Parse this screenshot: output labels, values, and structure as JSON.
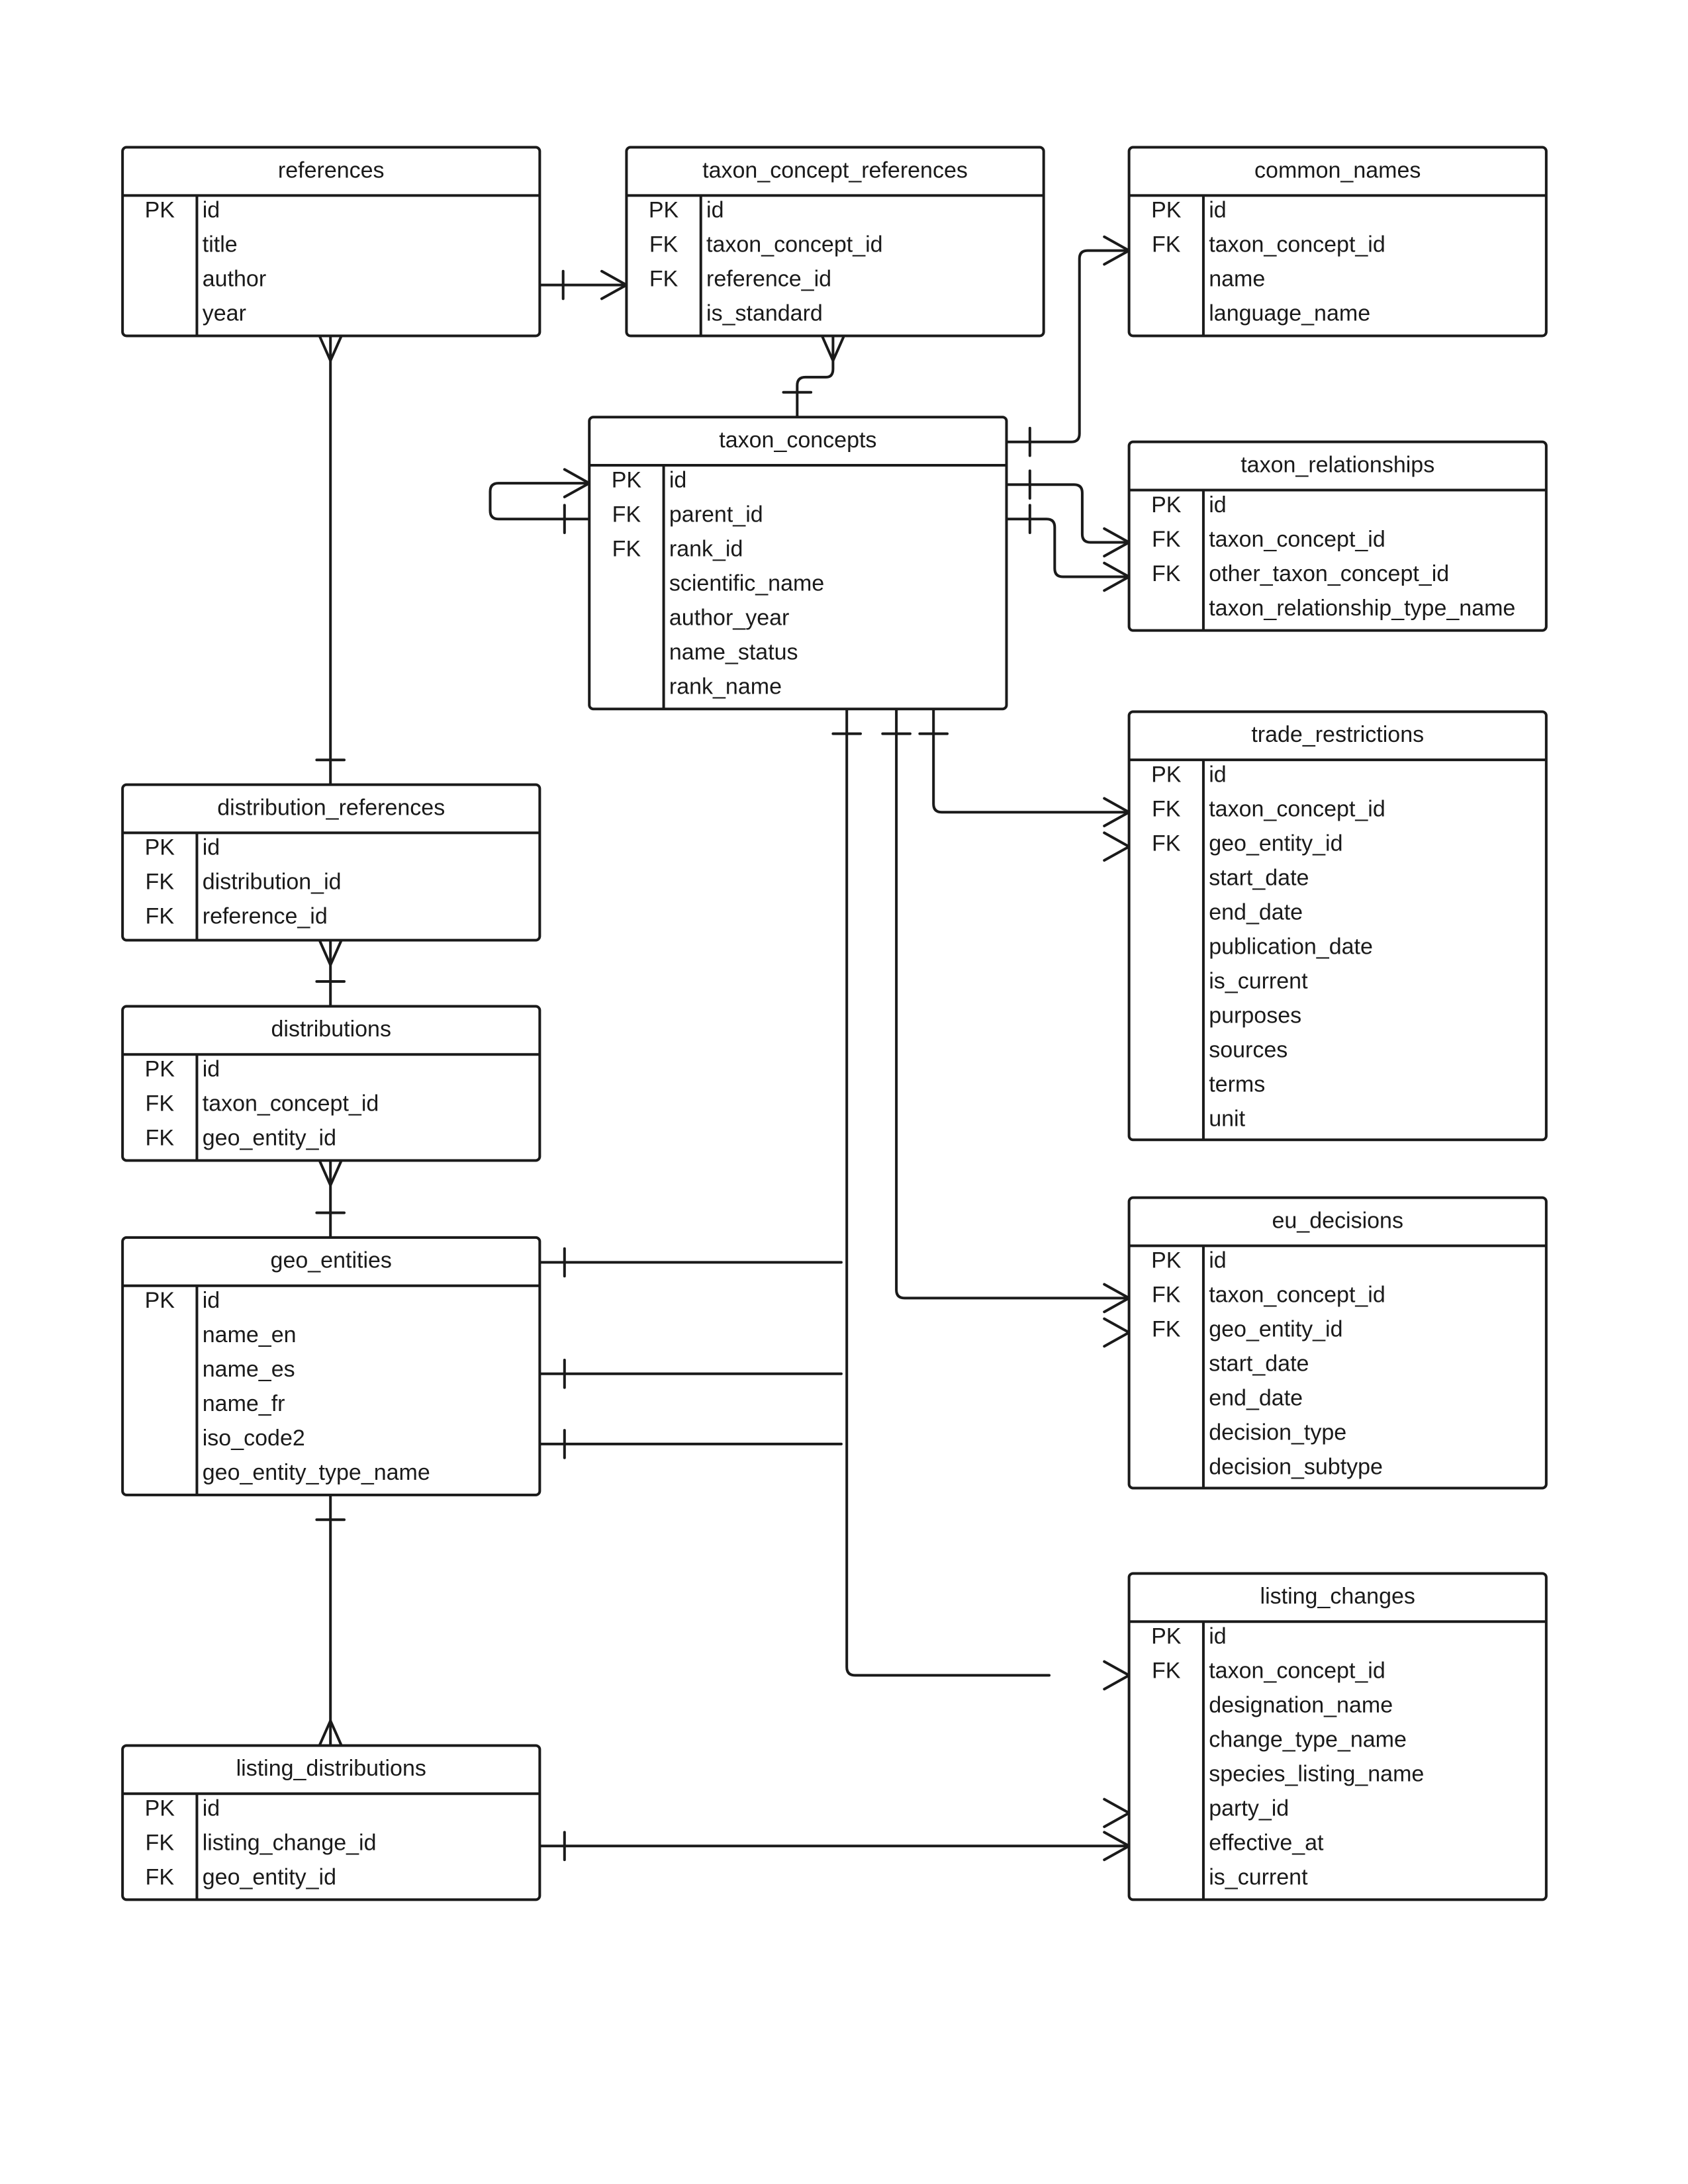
{
  "tables": {
    "references": {
      "title": "references",
      "rows": [
        {
          "key": "PK",
          "name": "id"
        },
        {
          "key": "",
          "name": "title"
        },
        {
          "key": "",
          "name": "author"
        },
        {
          "key": "",
          "name": "year"
        }
      ]
    },
    "taxon_concept_references": {
      "title": "taxon_concept_references",
      "rows": [
        {
          "key": "PK",
          "name": "id"
        },
        {
          "key": "FK",
          "name": "taxon_concept_id"
        },
        {
          "key": "FK",
          "name": "reference_id"
        },
        {
          "key": "",
          "name": "is_standard"
        }
      ]
    },
    "common_names": {
      "title": "common_names",
      "rows": [
        {
          "key": "PK",
          "name": "id"
        },
        {
          "key": "FK",
          "name": "taxon_concept_id"
        },
        {
          "key": "",
          "name": "name"
        },
        {
          "key": "",
          "name": "language_name"
        }
      ]
    },
    "taxon_concepts": {
      "title": "taxon_concepts",
      "rows": [
        {
          "key": "PK",
          "name": "id"
        },
        {
          "key": "FK",
          "name": "parent_id"
        },
        {
          "key": "FK",
          "name": "rank_id"
        },
        {
          "key": "",
          "name": "scientific_name"
        },
        {
          "key": "",
          "name": "author_year"
        },
        {
          "key": "",
          "name": "name_status"
        },
        {
          "key": "",
          "name": "rank_name"
        }
      ]
    },
    "taxon_relationships": {
      "title": "taxon_relationships",
      "rows": [
        {
          "key": "PK",
          "name": "id"
        },
        {
          "key": "FK",
          "name": "taxon_concept_id"
        },
        {
          "key": "FK",
          "name": "other_taxon_concept_id"
        },
        {
          "key": "",
          "name": "taxon_relationship_type_name"
        }
      ]
    },
    "trade_restrictions": {
      "title": "trade_restrictions",
      "rows": [
        {
          "key": "PK",
          "name": "id"
        },
        {
          "key": "FK",
          "name": "taxon_concept_id"
        },
        {
          "key": "FK",
          "name": "geo_entity_id"
        },
        {
          "key": "",
          "name": "start_date"
        },
        {
          "key": "",
          "name": "end_date"
        },
        {
          "key": "",
          "name": "publication_date"
        },
        {
          "key": "",
          "name": "is_current"
        },
        {
          "key": "",
          "name": "purposes"
        },
        {
          "key": "",
          "name": "sources"
        },
        {
          "key": "",
          "name": "terms"
        },
        {
          "key": "",
          "name": "unit"
        }
      ]
    },
    "distribution_references": {
      "title": "distribution_references",
      "rows": [
        {
          "key": "PK",
          "name": "id"
        },
        {
          "key": "FK",
          "name": "distribution_id"
        },
        {
          "key": "FK",
          "name": "reference_id"
        }
      ]
    },
    "distributions": {
      "title": "distributions",
      "rows": [
        {
          "key": "PK",
          "name": "id"
        },
        {
          "key": "FK",
          "name": "taxon_concept_id"
        },
        {
          "key": "FK",
          "name": "geo_entity_id"
        }
      ]
    },
    "geo_entities": {
      "title": "geo_entities",
      "rows": [
        {
          "key": "PK",
          "name": "id"
        },
        {
          "key": "",
          "name": "name_en"
        },
        {
          "key": "",
          "name": "name_es"
        },
        {
          "key": "",
          "name": "name_fr"
        },
        {
          "key": "",
          "name": "iso_code2"
        },
        {
          "key": "",
          "name": "geo_entity_type_name"
        }
      ]
    },
    "eu_decisions": {
      "title": "eu_decisions",
      "rows": [
        {
          "key": "PK",
          "name": "id"
        },
        {
          "key": "FK",
          "name": "taxon_concept_id"
        },
        {
          "key": "FK",
          "name": "geo_entity_id"
        },
        {
          "key": "",
          "name": "start_date"
        },
        {
          "key": "",
          "name": "end_date"
        },
        {
          "key": "",
          "name": "decision_type"
        },
        {
          "key": "",
          "name": "decision_subtype"
        }
      ]
    },
    "listing_changes": {
      "title": "listing_changes",
      "rows": [
        {
          "key": "PK",
          "name": "id"
        },
        {
          "key": "FK",
          "name": "taxon_concept_id"
        },
        {
          "key": "",
          "name": "designation_name"
        },
        {
          "key": "",
          "name": "change_type_name"
        },
        {
          "key": "",
          "name": "species_listing_name"
        },
        {
          "key": "",
          "name": "party_id"
        },
        {
          "key": "",
          "name": "effective_at"
        },
        {
          "key": "",
          "name": "is_current"
        }
      ]
    },
    "listing_distributions": {
      "title": "listing_distributions",
      "rows": [
        {
          "key": "PK",
          "name": "id"
        },
        {
          "key": "FK",
          "name": "listing_change_id"
        },
        {
          "key": "FK",
          "name": "geo_entity_id"
        }
      ]
    }
  },
  "relationships": [
    {
      "from": "references",
      "to": "taxon_concept_references",
      "from_end": "one",
      "to_end": "many"
    },
    {
      "from": "taxon_concepts",
      "to": "taxon_concept_references",
      "from_end": "one",
      "to_end": "many"
    },
    {
      "from": "taxon_concepts",
      "to": "common_names",
      "from_end": "one",
      "to_end": "many"
    },
    {
      "from": "taxon_concepts",
      "to": "taxon_concepts",
      "from_end": "one",
      "to_end": "many"
    },
    {
      "from": "taxon_concepts",
      "to": "taxon_relationships",
      "from_end": "one",
      "to_end": "many"
    },
    {
      "from": "taxon_concepts",
      "to": "taxon_relationships",
      "from_end": "one",
      "to_end": "many"
    },
    {
      "from": "references",
      "to": "distribution_references",
      "from_end": "many",
      "to_end": "one"
    },
    {
      "from": "distributions",
      "to": "distribution_references",
      "from_end": "one",
      "to_end": "many"
    },
    {
      "from": "geo_entities",
      "to": "distributions",
      "from_end": "one",
      "to_end": "many"
    },
    {
      "from": "geo_entities",
      "to": "listing_distributions",
      "from_end": "one",
      "to_end": "many"
    },
    {
      "from": "taxon_concepts",
      "to": "trade_restrictions",
      "from_end": "one",
      "to_end": "many"
    },
    {
      "from": "geo_entities",
      "to": "trade_restrictions",
      "from_end": "one",
      "to_end": "many"
    },
    {
      "from": "taxon_concepts",
      "to": "eu_decisions",
      "from_end": "one",
      "to_end": "many"
    },
    {
      "from": "geo_entities",
      "to": "eu_decisions",
      "from_end": "one",
      "to_end": "many"
    },
    {
      "from": "taxon_concepts",
      "to": "listing_changes",
      "from_end": "one",
      "to_end": "many"
    },
    {
      "from": "geo_entities",
      "to": "listing_changes",
      "from_end": "one",
      "to_end": "many"
    },
    {
      "from": "listing_distributions",
      "to": "listing_changes",
      "from_end": "one",
      "to_end": "many"
    }
  ]
}
